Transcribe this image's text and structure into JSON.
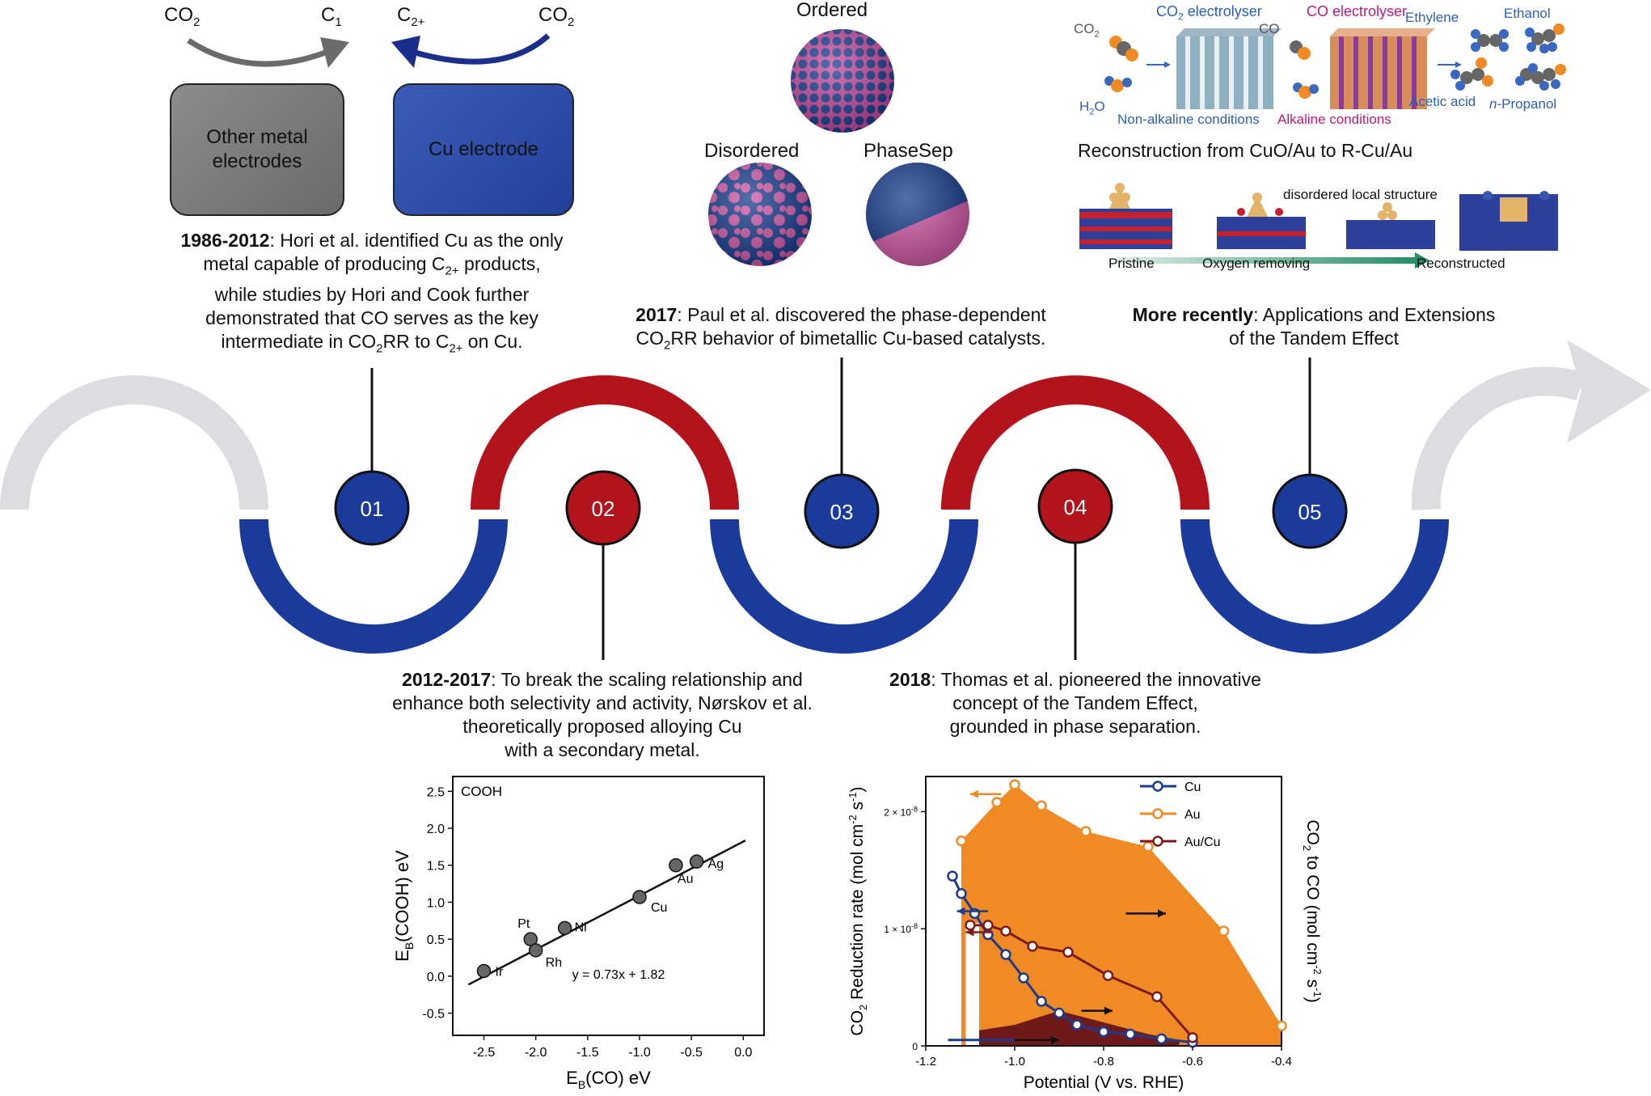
{
  "panel1": {
    "left_source": "CO",
    "left_source_sub": "2",
    "left_target": "C",
    "left_target_sub": "1",
    "right_target": "C",
    "right_target_sub": "2+",
    "right_source": "CO",
    "right_source_sub": "2",
    "box_left_label_1": "Other metal",
    "box_left_label_2": "electrodes",
    "box_right_label": "Cu electrode",
    "colors": {
      "grey_box": "#7a7a7a",
      "blue_box": "#2c4aa3"
    }
  },
  "milestones": [
    {
      "number": "01",
      "color": "#1a3a9c"
    },
    {
      "number": "02",
      "color": "#b3141b"
    },
    {
      "number": "03",
      "color": "#1a3a9c"
    },
    {
      "number": "04",
      "color": "#b3141b"
    },
    {
      "number": "05",
      "color": "#1a3a9c"
    }
  ],
  "captions": {
    "c1_year": "1986-2012",
    "c1_l1": ": Hori et al. identified Cu as the only",
    "c1_l2a": "metal capable of producing C",
    "c1_l2sub": "2+",
    "c1_l2b": " products,",
    "c1_l3": "while studies by Hori and Cook further",
    "c1_l4": "demonstrated that CO serves as the key",
    "c1_l5a": "intermediate in CO",
    "c1_l5sub": "2",
    "c1_l5b": "RR to C",
    "c1_l5sub2": "2+",
    "c1_l5c": " on Cu.",
    "c2_year": "2012-2017",
    "c2_l1": ": To break the scaling relationship and",
    "c2_l2": "enhance both selectivity and activity, Nørskov et al.",
    "c2_l3": "theoretically proposed alloying Cu",
    "c2_l4": "with a secondary metal.",
    "c3_year": "2017",
    "c3_l1": ": Paul et al. discovered the phase-dependent",
    "c3_l2a": "CO",
    "c3_l2sub": "2",
    "c3_l2b": "RR behavior of bimetallic Cu-based catalysts.",
    "c4_year": "2018",
    "c4_l1": ": Thomas et al. pioneered the innovative",
    "c4_l2": "concept of the Tandem Effect,",
    "c4_l3": "grounded in phase separation.",
    "c5_year": "More recently",
    "c5_l1": ": Applications and Extensions",
    "c5_l2": "of the Tandem Effect"
  },
  "panel3": {
    "ordered": "Ordered",
    "disordered": "Disordered",
    "phasesep": "PhaseSep"
  },
  "panel5": {
    "co2": "CO",
    "co2_sub": "2",
    "h2o_a": "H",
    "h2o_sub": "2",
    "h2o_b": "O",
    "co2_electrolyser": "CO",
    "co2_electrolyser_sub": "2",
    "co2_electrolyser_b": " electrolyser",
    "co_electrolyser": "CO electrolyser",
    "co": "CO",
    "non_alkaline": "Non-alkaline conditions",
    "alkaline": "Alkaline conditions",
    "ethylene": "Ethylene",
    "ethanol": "Ethanol",
    "acetic_acid": "Acetic acid",
    "propanol_a": "n",
    "propanol_b": "-Propanol",
    "reconstruction_title": "Reconstruction from CuO/Au to R-Cu/Au",
    "disordered_local": "disordered local structure",
    "pristine": "Pristine",
    "oxygen_removing": "Oxygen removing",
    "reconstructed": "Reconstructed"
  },
  "chart_data": [
    {
      "type": "scatter",
      "title": "COOH",
      "xlabel": "E_B(CO) eV",
      "ylabel": "E_B(COOH) eV",
      "xlim": [
        -2.8,
        0.2
      ],
      "ylim": [
        -0.8,
        2.7
      ],
      "xticks": [
        "-2.5",
        "-2.0",
        "-1.5",
        "-1.0",
        "-0.5",
        "0.0"
      ],
      "yticks": [
        "-0.5",
        "0.0",
        "0.5",
        "1.0",
        "1.5",
        "2.0",
        "2.5"
      ],
      "points": [
        {
          "label": "Ir",
          "x": -2.5,
          "y": 0.07
        },
        {
          "label": "Pt",
          "x": -2.05,
          "y": 0.5
        },
        {
          "label": "Rh",
          "x": -2.0,
          "y": 0.35
        },
        {
          "label": "Ni",
          "x": -1.72,
          "y": 0.65
        },
        {
          "label": "Cu",
          "x": -1.0,
          "y": 1.07
        },
        {
          "label": "Au",
          "x": -0.65,
          "y": 1.5
        },
        {
          "label": "Ag",
          "x": -0.45,
          "y": 1.55
        }
      ],
      "fit_line": {
        "equation": "y = 0.73x + 1.82",
        "slope": 0.73,
        "intercept": 1.82,
        "x_range": [
          -2.65,
          0.02
        ]
      }
    },
    {
      "type": "line",
      "xlabel": "Potential (V vs. RHE)",
      "ylabel_left": "CO2 Reduction rate (mol cm-2 s-1)",
      "ylabel_right": "CO2 to CO (mol cm-2 s-1)",
      "xlim": [
        -1.2,
        -0.4
      ],
      "ylim": [
        0,
        2.3e-08
      ],
      "xticks": [
        "-1.2",
        "-1.0",
        "-0.8",
        "-0.6",
        "-0.4"
      ],
      "yticks_left": [
        {
          "base": "0",
          "exp": ""
        },
        {
          "base": "1 × 10",
          "exp": "-8"
        },
        {
          "base": "2 × 10",
          "exp": "-8"
        }
      ],
      "legend_position": "top-right",
      "series": [
        {
          "name": "Cu",
          "color": "#1e3a8a",
          "x": [
            -1.14,
            -1.12,
            -1.09,
            -1.06,
            -1.02,
            -0.98,
            -0.94,
            -0.9,
            -0.86,
            -0.8,
            -0.74,
            -0.67,
            -0.6
          ],
          "y": [
            1.45e-08,
            1.3e-08,
            1.13e-08,
            9.5e-09,
            7.8e-09,
            5.8e-09,
            3.8e-09,
            2.8e-09,
            1.8e-09,
            1.2e-09,
            1e-09,
            6e-10,
            3e-10
          ]
        },
        {
          "name": "Au",
          "color": "#f08a24",
          "x": [
            -1.12,
            -1.04,
            -1.0,
            -0.94,
            -0.84,
            -0.7,
            -0.53,
            -0.4
          ],
          "y": [
            1.75e-08,
            2.08e-08,
            2.23e-08,
            2.05e-08,
            1.83e-08,
            1.7e-08,
            9.8e-09,
            1.7e-09
          ]
        },
        {
          "name": "Au/Cu",
          "color": "#7b1b1b",
          "x": [
            -1.1,
            -1.06,
            -1.02,
            -0.96,
            -0.88,
            -0.79,
            -0.68,
            -0.6
          ],
          "y": [
            1.03e-08,
            1.03e-08,
            9.8e-09,
            8.5e-09,
            8e-09,
            6e-09,
            4.2e-09,
            7e-10
          ]
        }
      ]
    }
  ]
}
